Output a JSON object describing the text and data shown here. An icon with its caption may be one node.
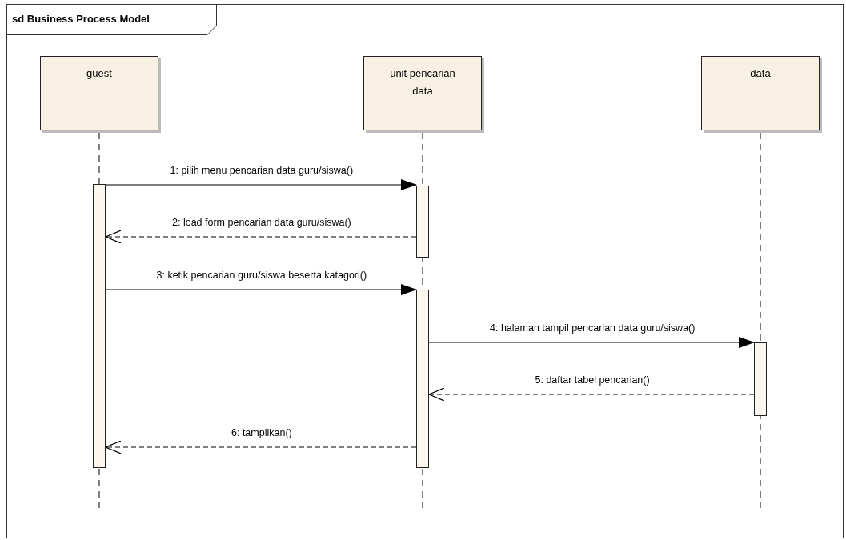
{
  "diagram": {
    "nodes": [
      {
        "text": [
          "sd Business Process Model"
        ]
      },
      {
        "text": [
          "guest"
        ],
        "in": 0
      },
      {
        "text": [
          "unit pencarian data"
        ],
        "in": 0
      },
      {
        "text": [
          "data"
        ],
        "in": 0
      },
      {
        "text": [],
        "shape": "bar",
        "in": 0
      },
      {
        "text": [],
        "shape": "bar",
        "in": 0
      },
      {
        "text": [],
        "shape": "bar",
        "in": 0
      },
      {
        "text": [],
        "shape": "bar",
        "in": 0
      }
    ],
    "edges": [
      {
        "from": 4,
        "to": 5,
        "arrow": "to",
        "label": "1: pilih menu pencarian data guru/siswa()"
      },
      {
        "from": 5,
        "to": 4,
        "arrow": "to",
        "style": "dashed",
        "label": "2: load form pencarian data guru/siswa()"
      },
      {
        "from": 4,
        "to": 6,
        "arrow": "to",
        "label": "3: ketik pencarian guru/siswa beserta katagori()"
      },
      {
        "from": 6,
        "to": 7,
        "arrow": "to",
        "label": "4: halaman tampil pencarian data guru/siswa()"
      },
      {
        "from": 7,
        "to": 6,
        "arrow": "to",
        "style": "dashed",
        "label": "5: daftar tabel pencarian()"
      },
      {
        "from": 6,
        "to": 4,
        "arrow": "to",
        "style": "dashed",
        "label": "6: tampilkan()"
      }
    ]
  }
}
